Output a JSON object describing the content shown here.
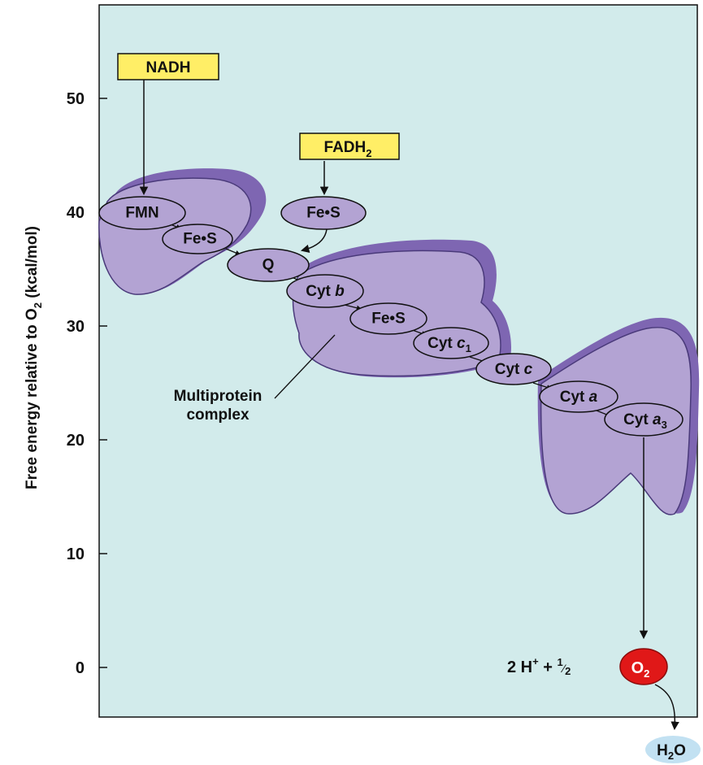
{
  "y_axis": {
    "label_main": "Free energy relative to O",
    "label_sub": "2",
    "label_unit": " (kcal/mol)",
    "ticks": [
      "50",
      "40",
      "30",
      "20",
      "10",
      "0"
    ]
  },
  "inputs": {
    "nadh": "NADH",
    "fadh_main": "FADH",
    "fadh_sub": "2"
  },
  "carriers": {
    "fmn": "FMN",
    "fes1": "Fe•S",
    "fes2": "Fe•S",
    "q": "Q",
    "cytb_main": "Cyt ",
    "cytb_italic": "b",
    "fes3": "Fe•S",
    "cytc1_main": "Cyt ",
    "cytc1_italic": "c",
    "cytc1_sub": "1",
    "cytc_main": "Cyt ",
    "cytc_italic": "c",
    "cyta_main": "Cyt ",
    "cyta_italic": "a",
    "cyta3_main": "Cyt ",
    "cyta3_italic": "a",
    "cyta3_sub": "3"
  },
  "annotation": {
    "line1": "Multiprotein",
    "line2": "complex"
  },
  "reaction": {
    "left": "2 H",
    "sup": "+",
    "plus": " + ",
    "half_num": "1",
    "half_den": "2",
    "o2_main": "O",
    "o2_sub": "2",
    "water_main": "H",
    "water_sub": "2",
    "water_end": "O"
  },
  "colors": {
    "panel": "#d2ebeb",
    "complex_fill": "#b3a3d3",
    "complex_shadow": "#7e66b2",
    "label_box": "#ffee66",
    "oxygen": "#e01818",
    "water": "#c2e1f2"
  }
}
